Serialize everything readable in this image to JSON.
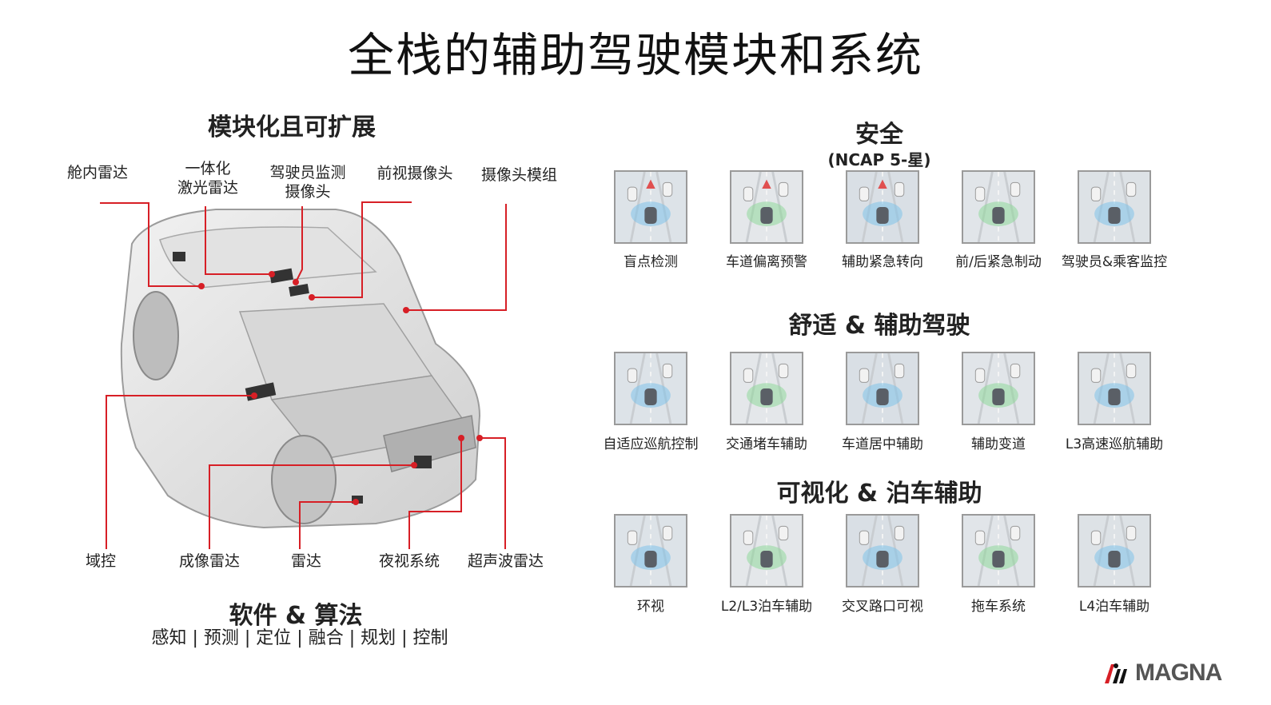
{
  "title": "全栈的辅助驾驶模块和系统",
  "left": {
    "heading": "模块化且可扩展",
    "top_labels": {
      "cabin_radar": "舱内雷达",
      "lidar_1": "一体化",
      "lidar_2": "激光雷达",
      "dms_1": "驾驶员监测",
      "dms_2": "摄像头",
      "front_camera": "前视摄像头",
      "camera_module": "摄像头模组"
    },
    "bottom_labels": {
      "domain_ctrl": "域控",
      "imaging_radar": "成像雷达",
      "radar": "雷达",
      "night_vision": "夜视系统",
      "ultrasonic": "超声波雷达"
    },
    "software_title": "软件 & 算法",
    "software_sub": "感知 | 预测 | 定位 | 融合 | 规划 | 控制"
  },
  "right": {
    "safety_title": "安全",
    "safety_sub": "(NCAP 5-星)",
    "safety_items": [
      "盲点检测",
      "车道偏离预警",
      "辅助紧急转向",
      "前/后紧急制动",
      "驾驶员&乘客监控"
    ],
    "comfort_title": "舒适 & 辅助驾驶",
    "comfort_items": [
      "自适应巡航控制",
      "交通堵车辅助",
      "车道居中辅助",
      "辅助变道",
      "L3高速巡航辅助"
    ],
    "parking_title": "可视化 & 泊车辅助",
    "parking_items": [
      "环视",
      "L2/L3泊车辅助",
      "交叉路口可视",
      "拖车系统",
      "L4泊车辅助"
    ]
  },
  "logo": "MAGNA",
  "colors": {
    "accent": "#d71f26",
    "line": "#d71f26"
  }
}
